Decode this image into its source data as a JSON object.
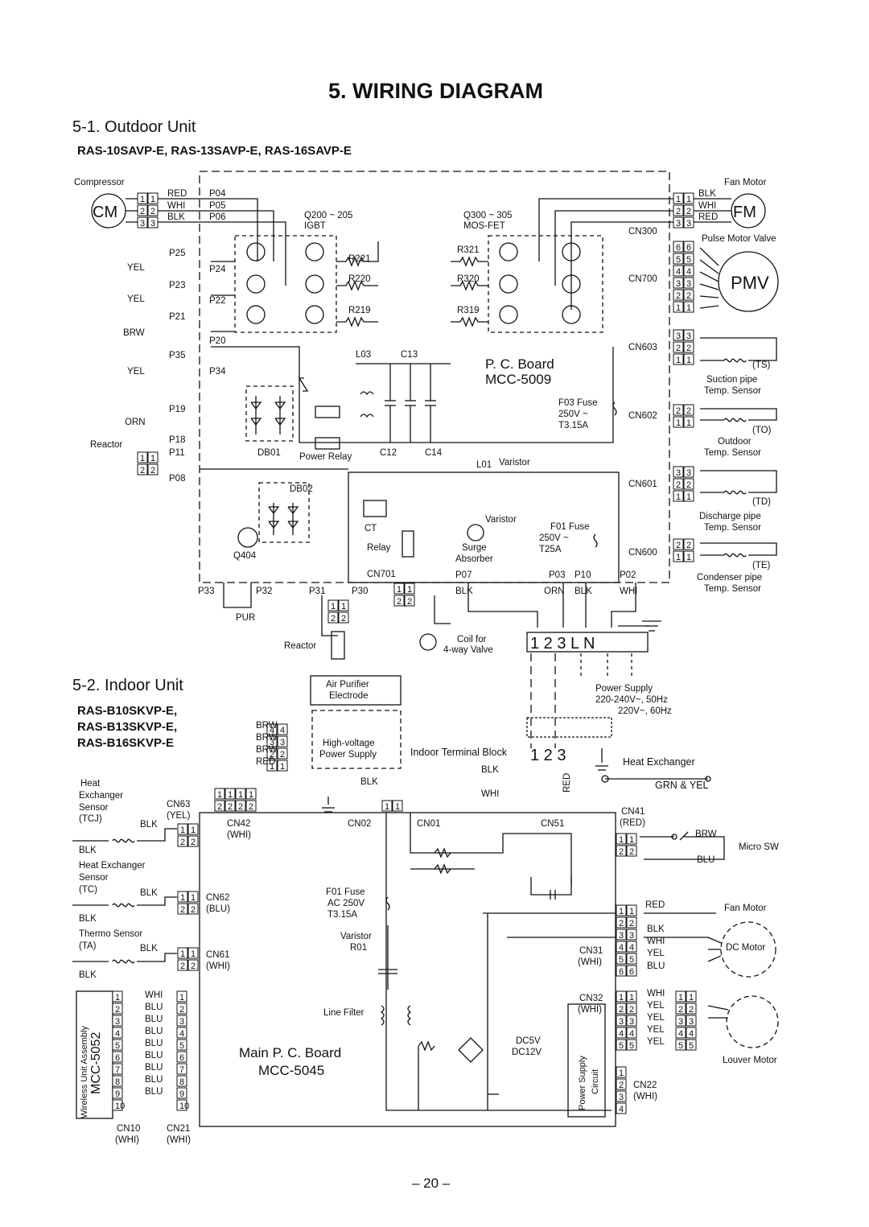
{
  "page": {
    "title": "5.  WIRING DIAGRAM",
    "section_outdoor": "5-1.  Outdoor Unit",
    "outdoor_models": "RAS-10SAVP-E, RAS-13SAVP-E, RAS-16SAVP-E",
    "section_indoor": "5-2.  Indoor Unit",
    "indoor_models": [
      "RAS-B10SKVP-E,",
      "RAS-B13SKVP-E,",
      "RAS-B16SKVP-E"
    ],
    "page_number": "– 20 –"
  },
  "outdoor": {
    "compressor": "Compressor",
    "cm": "CM",
    "fm": "FM",
    "pmv": "PMV",
    "fan_motor": "Fan Motor",
    "pulse_motor_valve": "Pulse Motor Valve",
    "board_name": "P. C. Board",
    "board_model": "MCC-5009",
    "igbt": "IGBT",
    "q200": "Q200 ~ 205",
    "q300": "Q300 ~ 305",
    "mosfet": "MOS-FET",
    "fuse_f03": [
      "F03 Fuse",
      "250V ~",
      "T3.15A"
    ],
    "fuse_f01": [
      "F01 Fuse",
      "250V ~",
      "T25A"
    ],
    "reactor": "Reactor",
    "power_relay": "Power Relay",
    "relay": "Relay",
    "surge_absorber": [
      "Surge",
      "Absorber"
    ],
    "varistor": "Varistor",
    "coil": [
      "Coil for",
      "4-way Valve"
    ],
    "power_supply": [
      "Power Supply",
      "220-240V~, 50Hz",
      "220V~, 60Hz"
    ],
    "sensors": [
      {
        "code": "(TS)",
        "name": [
          "Suction pipe",
          "Temp. Sensor"
        ]
      },
      {
        "code": "(TO)",
        "name": [
          "Outdoor",
          "Temp. Sensor"
        ]
      },
      {
        "code": "(TD)",
        "name": [
          "Discharge pipe",
          "Temp. Sensor"
        ]
      },
      {
        "code": "(TE)",
        "name": [
          "Condenser pipe",
          "Temp. Sensor"
        ]
      }
    ],
    "connectors": [
      "CN300",
      "CN700",
      "CN603",
      "CN602",
      "CN601",
      "CN600",
      "CN701"
    ],
    "terminal_block": "1 2 3 L N",
    "wires": [
      "RED",
      "WHI",
      "BLK",
      "YEL",
      "BRW",
      "ORN",
      "PUR"
    ]
  },
  "indoor": {
    "board_name": "Main P. C. Board",
    "board_model": "MCC-5045",
    "air_purifier": [
      "Air Purifier",
      "Electrode"
    ],
    "hv_supply": [
      "High-voltage",
      "Power Supply"
    ],
    "terminal_block": "Indoor Terminal Block",
    "heat_exchanger": "Heat Exchanger",
    "grn_yel": "GRN & YEL",
    "micro_sw": "Micro SW",
    "fan_motor": "Fan Motor",
    "dc_motor": "DC Motor",
    "louver_motor": "Louver Motor",
    "wireless": "Wireless Unit Assembly",
    "wireless_model": "MCC-5052",
    "line_filter": "Line Filter",
    "fuse": [
      "F01 Fuse",
      "AC 250V",
      "T3.15A"
    ],
    "varistor": [
      "Varistor",
      "R01"
    ],
    "dc5v": "DC5V",
    "dc12v": "DC12V",
    "power_supply_circuit": [
      "Power Supply",
      "Circuit"
    ],
    "sensors": [
      {
        "name": [
          "Heat",
          "Exchanger",
          "Sensor"
        ],
        "code": "(TCJ)"
      },
      {
        "name": [
          "Heat Exchanger",
          "Sensor"
        ],
        "code": "(TC)"
      },
      {
        "name": [
          "Thermo Sensor"
        ],
        "code": "(TA)"
      }
    ],
    "connectors": [
      "CN63 (YEL)",
      "CN62 (BLU)",
      "CN61 (WHI)",
      "CN42 (WHI)",
      "CN02",
      "CN01",
      "CN51",
      "CN41 (RED)",
      "CN31 (WHI)",
      "CN32 (WHI)",
      "CN22 (WHI)",
      "CN10 (WHI)",
      "CN21 (WHI)"
    ]
  }
}
